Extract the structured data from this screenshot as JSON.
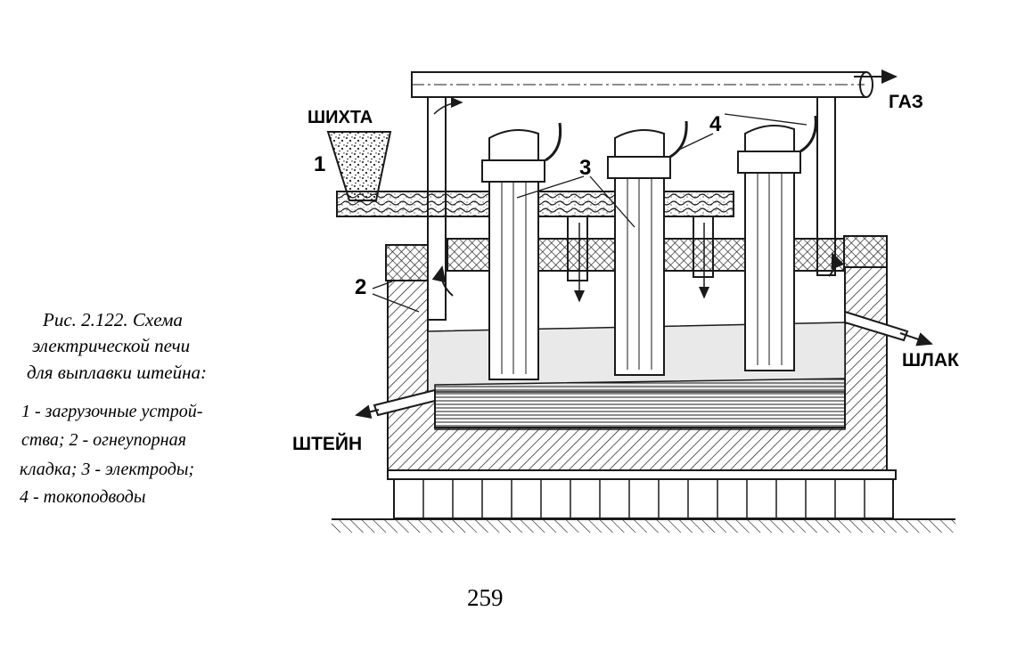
{
  "figure": {
    "labels": {
      "charge": "ШИХТА",
      "gas": "ГАЗ",
      "slag": "ШЛАК",
      "matte": "ШТЕЙН",
      "n1": "1",
      "n2": "2",
      "n3": "3",
      "n4": "4"
    },
    "caption": {
      "line1": "Рис. 2.122. Схема",
      "line2": "электрической печи",
      "line3": "для выплавки штейна:",
      "line4": "1 - загрузочные устрой-",
      "line5": "ства; 2 - огнеупорная",
      "line6": "кладка; 3 - электроды;",
      "line7": "4 - токоподводы"
    }
  },
  "page_number": "259",
  "colors": {
    "ink": "#1a1a1a",
    "paper": "#ffffff",
    "liquid": "#e9e9e9"
  }
}
